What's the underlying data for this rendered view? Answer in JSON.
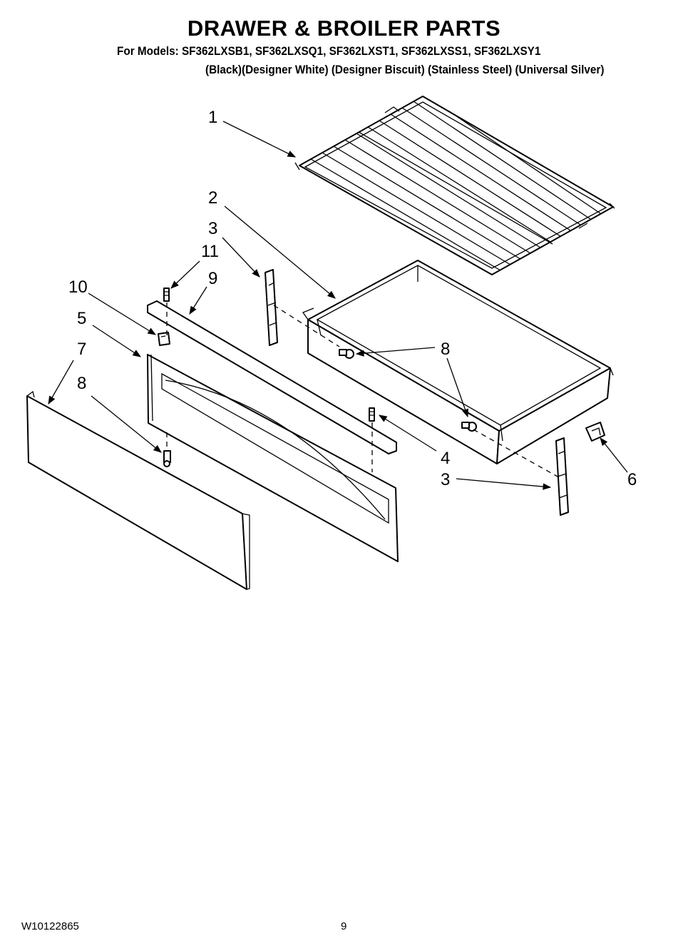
{
  "header": {
    "title": "DRAWER & BROILER PARTS",
    "models_line": "For Models: SF362LXSB1, SF362LXSQ1, SF362LXST1, SF362LXSS1, SF362LXSY1",
    "finishes_line": "(Black)(Designer White) (Designer Biscuit) (Stainless Steel) (Universal Silver)"
  },
  "callouts": {
    "c1": "1",
    "c2": "2",
    "c3a": "3",
    "c11": "11",
    "c10": "10",
    "c9": "9",
    "c5": "5",
    "c7": "7",
    "c8a": "8",
    "c8b": "8",
    "c8c": "8",
    "c4": "4",
    "c3b": "3",
    "c6": "6"
  },
  "footer": {
    "doc_number": "W10122865",
    "page_number": "9"
  }
}
